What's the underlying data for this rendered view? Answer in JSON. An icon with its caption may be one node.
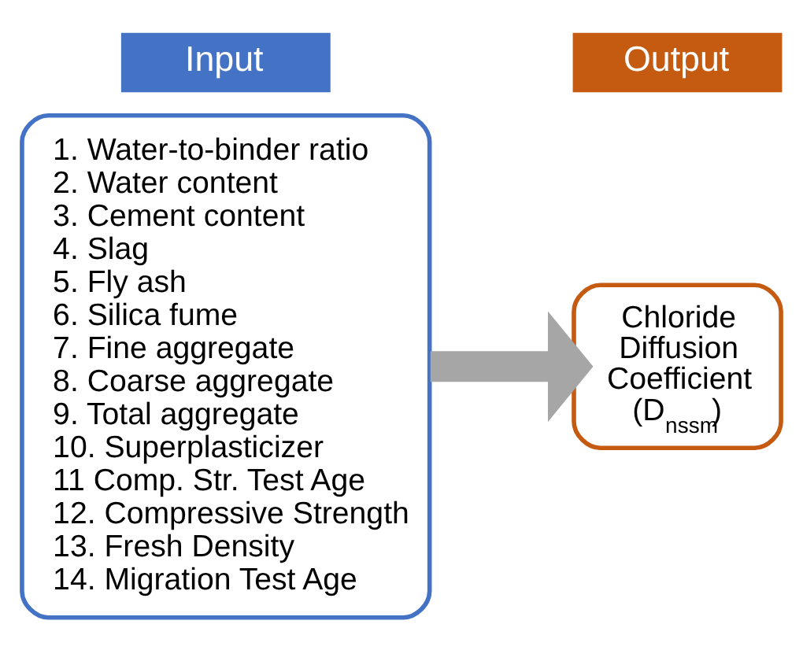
{
  "diagram": {
    "nodes": [
      {
        "text": [
          "Input"
        ]
      },
      {
        "text": [
          "1. Water-to-binder ratio",
          "2. Water content",
          "3. Cement content",
          "4. Slag",
          "5. Fly ash",
          "6. Silica fume",
          "7. Fine aggregate",
          "8. Coarse aggregate",
          "9. Total aggregate",
          "10. Superplasticizer",
          "11 Comp. Str. Test Age",
          "12. Compressive Strength",
          "13. Fresh Density",
          "14. Migration Test Age"
        ]
      },
      {
        "text": [
          "Output"
        ]
      },
      {
        "text": [
          "Chloride Diffusion Coefficient (D$_{nssm}$)"
        ]
      }
    ],
    "edges": [
      {
        "from": 1,
        "to": 3,
        "arrow": "to",
        "color": "#a6a6a6"
      }
    ]
  }
}
